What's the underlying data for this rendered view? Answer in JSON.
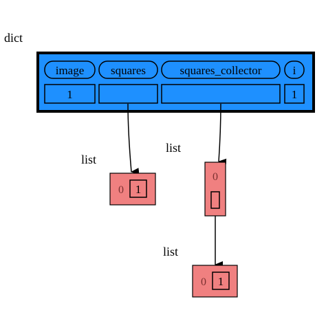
{
  "dict": {
    "label": "dict",
    "keys": [
      "image",
      "squares",
      "squares_collector",
      "i"
    ],
    "values": [
      "1",
      "",
      "",
      "1"
    ],
    "colors": {
      "fill": "#1e90ff",
      "border": "#000000"
    }
  },
  "lists": [
    {
      "label": "list",
      "items": [
        {
          "index": "0",
          "value": "1"
        }
      ]
    },
    {
      "label": "list",
      "items": [
        {
          "index": "0",
          "value": ""
        }
      ]
    },
    {
      "label": "list",
      "items": [
        {
          "index": "0",
          "value": "1"
        }
      ]
    }
  ],
  "colors": {
    "list_fill": "#f08080",
    "arrow": "#000000"
  }
}
